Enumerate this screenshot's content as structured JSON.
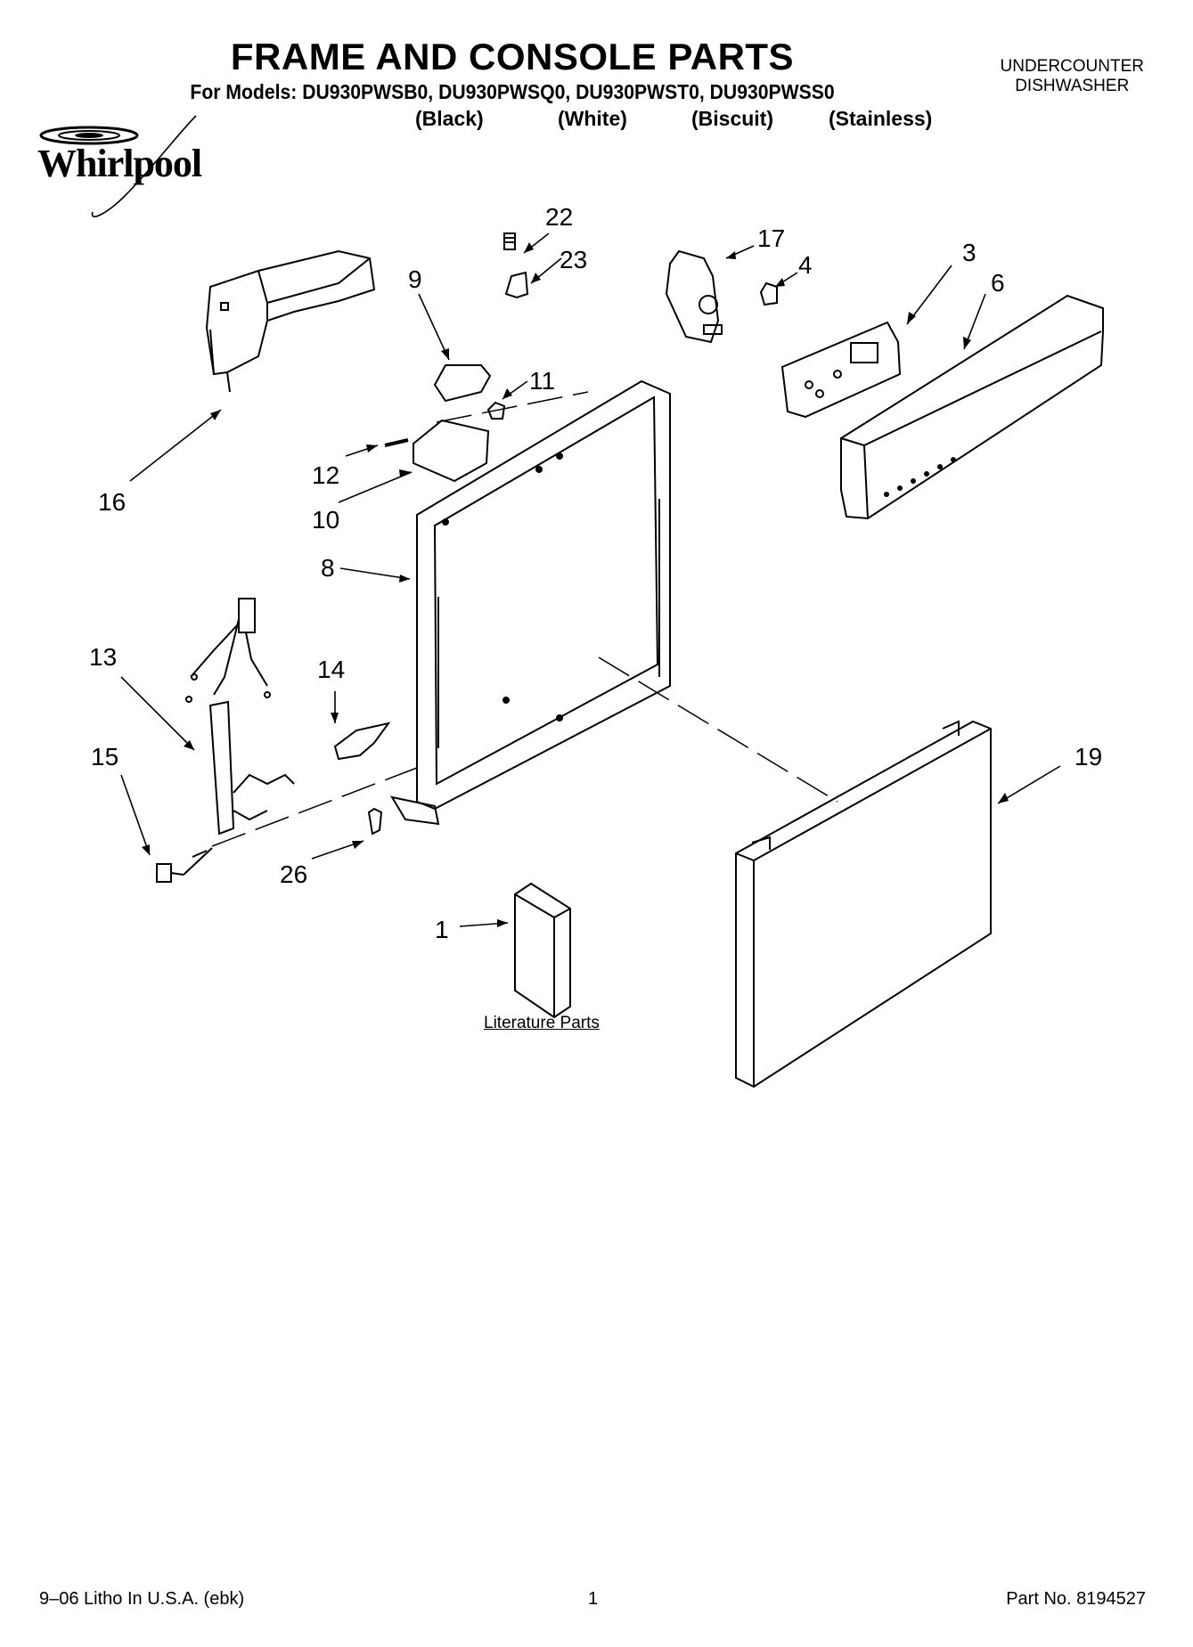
{
  "header": {
    "title": "FRAME AND CONSOLE PARTS",
    "models": "For Models: DU930PWSB0, DU930PWSQ0, DU930PWST0, DU930PWSS0",
    "colors": [
      "(Black)",
      "(White)",
      "(Biscuit)",
      "(Stainless)"
    ],
    "category_line1": "UNDERCOUNTER",
    "category_line2": "DISHWASHER"
  },
  "brand": {
    "logo_text": "Whirlpool"
  },
  "callouts": [
    "22",
    "23",
    "17",
    "4",
    "3",
    "6",
    "9",
    "11",
    "12",
    "10",
    "16",
    "8",
    "13",
    "14",
    "15",
    "26",
    "19",
    "1"
  ],
  "literature_label": "Literature Parts",
  "footer": {
    "left": "9–06 Litho In U.S.A. (ebk)",
    "page": "1",
    "right": "Part No. 8194527"
  }
}
